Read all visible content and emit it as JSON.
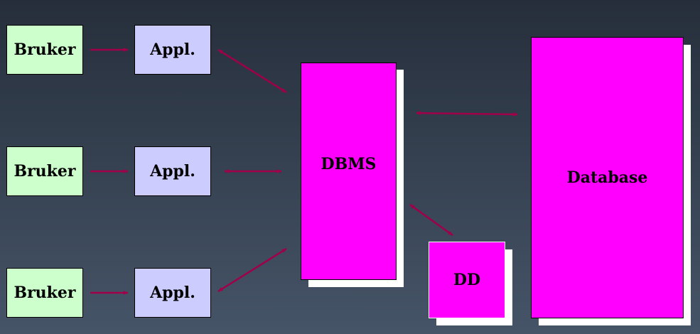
{
  "users": [
    "Bruker",
    "Bruker",
    "Bruker"
  ],
  "applications": [
    "Appl.",
    "Appl.",
    "Appl."
  ],
  "dbms_label": "DBMS",
  "dd_label": "DD",
  "database_label": "Database",
  "colors": {
    "user_fill": "#ccffcc",
    "application_fill": "#ccccff",
    "component_fill": "#ff00ff",
    "arrow": "#a0004a",
    "shadow": "#ffffff"
  },
  "connections": [
    {
      "from": "Bruker 1",
      "to": "Appl. 1",
      "direction": "forward"
    },
    {
      "from": "Bruker 2",
      "to": "Appl. 2",
      "direction": "forward"
    },
    {
      "from": "Bruker 3",
      "to": "Appl. 3",
      "direction": "forward"
    },
    {
      "from": "Appl. 1",
      "to": "DBMS",
      "direction": "both"
    },
    {
      "from": "Appl. 2",
      "to": "DBMS",
      "direction": "both"
    },
    {
      "from": "Appl. 3",
      "to": "DBMS",
      "direction": "both"
    },
    {
      "from": "DBMS",
      "to": "Database",
      "direction": "both"
    },
    {
      "from": "DBMS",
      "to": "DD",
      "direction": "both"
    }
  ]
}
